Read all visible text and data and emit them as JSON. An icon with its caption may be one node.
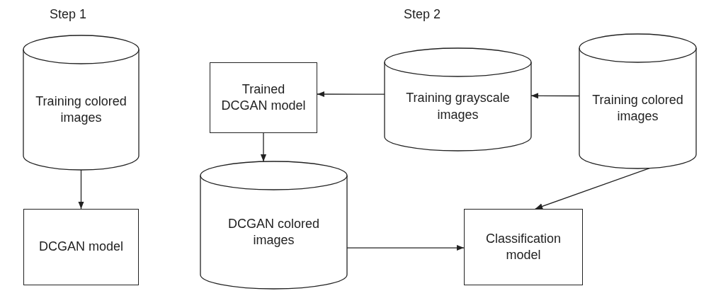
{
  "diagram": {
    "nodes": [
      {
        "text": [
          "Training colored images"
        ]
      },
      {
        "text": [
          "DCGAN model"
        ]
      },
      {
        "text": [
          "Trained DCGAN model"
        ]
      },
      {
        "text": [
          "Training grayscale images"
        ]
      },
      {
        "text": [
          "Training colored images"
        ]
      },
      {
        "text": [
          "DCGAN colored images"
        ]
      },
      {
        "text": [
          "Classification model"
        ]
      }
    ],
    "edges": [
      {
        "from": 0,
        "to": 1,
        "arrow": "to"
      },
      {
        "from": 4,
        "to": 3,
        "arrow": "to"
      },
      {
        "from": 3,
        "to": 2,
        "arrow": "to"
      },
      {
        "from": 2,
        "to": 5,
        "arrow": "to"
      },
      {
        "from": 5,
        "to": 6,
        "arrow": "to"
      },
      {
        "from": 4,
        "to": 6,
        "arrow": "to"
      }
    ],
    "labels": [
      "Step 1",
      "Step 2"
    ]
  }
}
